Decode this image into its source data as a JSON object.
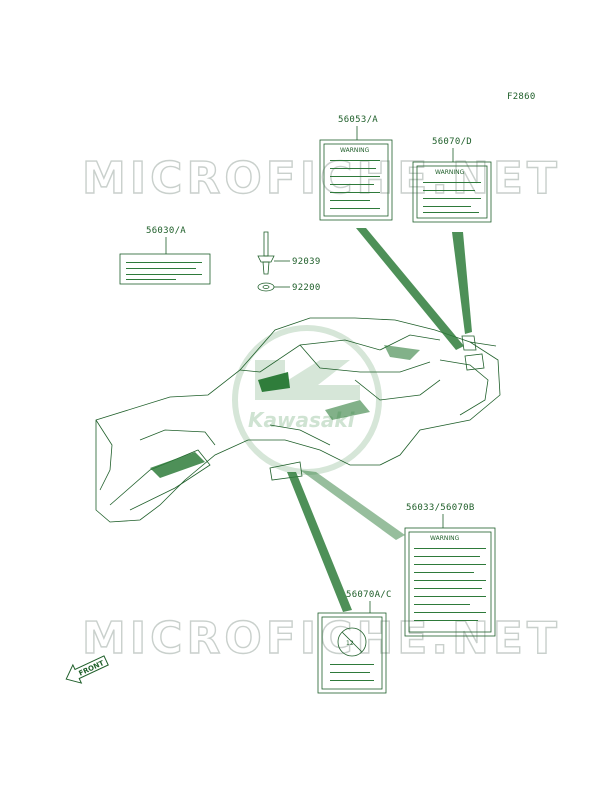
{
  "figure_code": "F2860",
  "watermark": "MICROFICHE.NET",
  "logo_text": "Kawasaki",
  "front_label": "FRONT",
  "warning_text": "WARNING",
  "decal_symbol": "12",
  "parts": [
    {
      "id": "56053/A"
    },
    {
      "id": "56070/D"
    },
    {
      "id": "56030/A"
    },
    {
      "id": "92039"
    },
    {
      "id": "92200"
    },
    {
      "id": "56033/56070B"
    },
    {
      "id": "56070A/C"
    }
  ],
  "colors": {
    "line": "#1f5f2a",
    "watermark": "#c9d0cc",
    "logo": "#cfe3d2",
    "background": "#ffffff"
  }
}
